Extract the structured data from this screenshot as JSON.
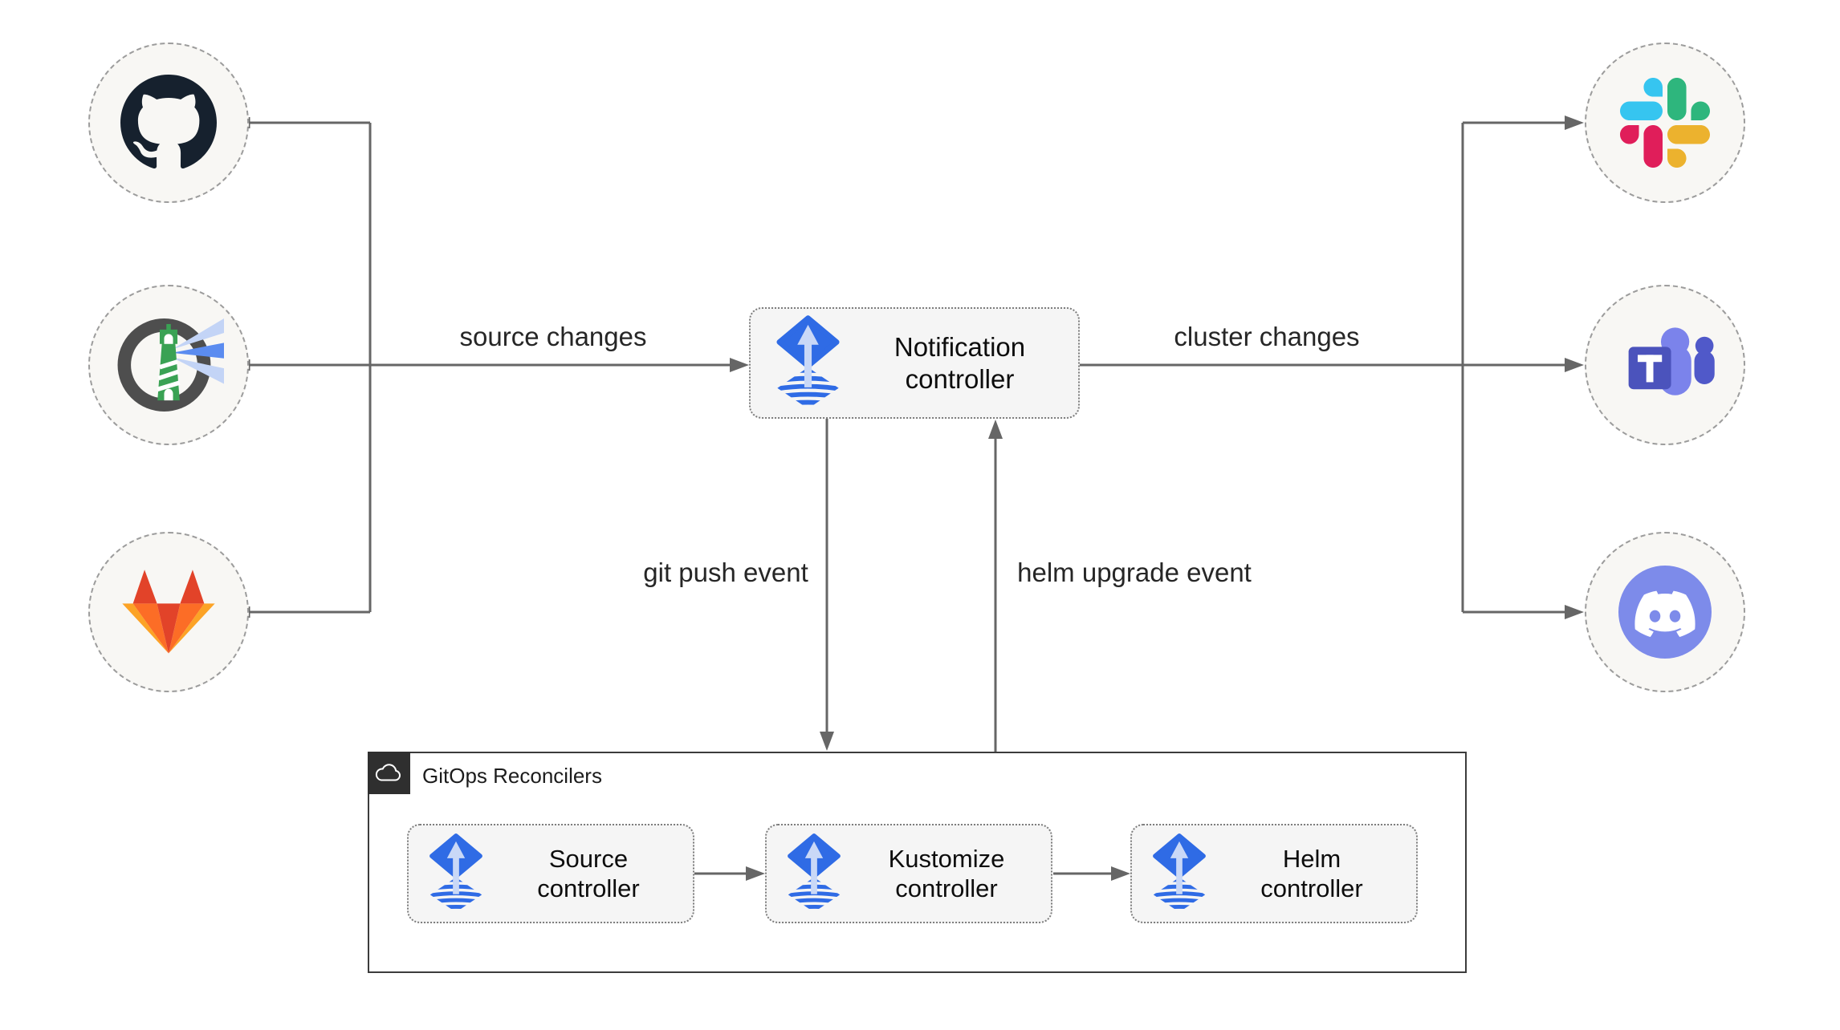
{
  "nodes": {
    "github": {
      "icon": "github-icon"
    },
    "harbor": {
      "icon": "harbor-icon"
    },
    "gitlab": {
      "icon": "gitlab-icon"
    },
    "slack": {
      "icon": "slack-icon"
    },
    "teams": {
      "icon": "microsoft-teams-icon"
    },
    "discord": {
      "icon": "discord-icon"
    },
    "notification_controller": {
      "icon": "flux-icon",
      "line1": "Notification",
      "line2": "controller"
    },
    "source_controller": {
      "icon": "flux-icon",
      "line1": "Source",
      "line2": "controller"
    },
    "kustomize_controller": {
      "icon": "flux-icon",
      "line1": "Kustomize",
      "line2": "controller"
    },
    "helm_controller": {
      "icon": "flux-icon",
      "line1": "Helm",
      "line2": "controller"
    }
  },
  "container": {
    "icon": "cloud-icon",
    "label": "GitOps Reconcilers"
  },
  "edge_labels": {
    "source_changes": "source changes",
    "cluster_changes": "cluster changes",
    "git_push_event": "git push event",
    "helm_upgrade_event": "helm upgrade event"
  },
  "colors": {
    "flux_blue": "#2f6be5",
    "flux_light_arrow": "#c9d8f7",
    "connector_gray": "#666666",
    "box_fill": "#f5f5f5",
    "circle_fill": "#f8f7f4",
    "container_border": "#3c3c3c",
    "github_dark": "#16212e",
    "harbor_green": "#3aa254",
    "harbor_ring_gray": "#4e4e4e",
    "gitlab_red": "#e24329",
    "gitlab_orange": "#fc6d26",
    "gitlab_yellow": "#fca326",
    "slack_blue": "#36c5f0",
    "slack_green": "#2eb67d",
    "slack_yellow": "#ecb22e",
    "slack_red": "#e01e5a",
    "teams_purple": "#4b53bc",
    "teams_light_purple": "#7b83eb",
    "discord_blurple": "#7d8bea"
  }
}
